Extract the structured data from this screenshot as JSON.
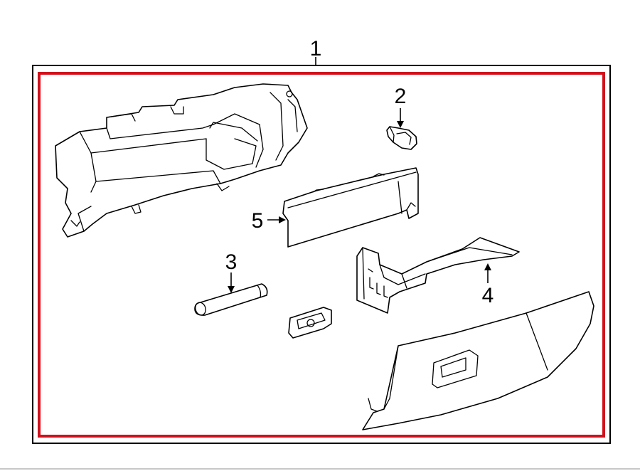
{
  "colors": {
    "outer_frame": "#000000",
    "highlight_frame": "#d0101c",
    "line_art": "#000000",
    "background": "#ffffff"
  },
  "callouts": {
    "c1": "1",
    "c2": "2",
    "c3": "3",
    "c4": "4",
    "c5": "5"
  }
}
